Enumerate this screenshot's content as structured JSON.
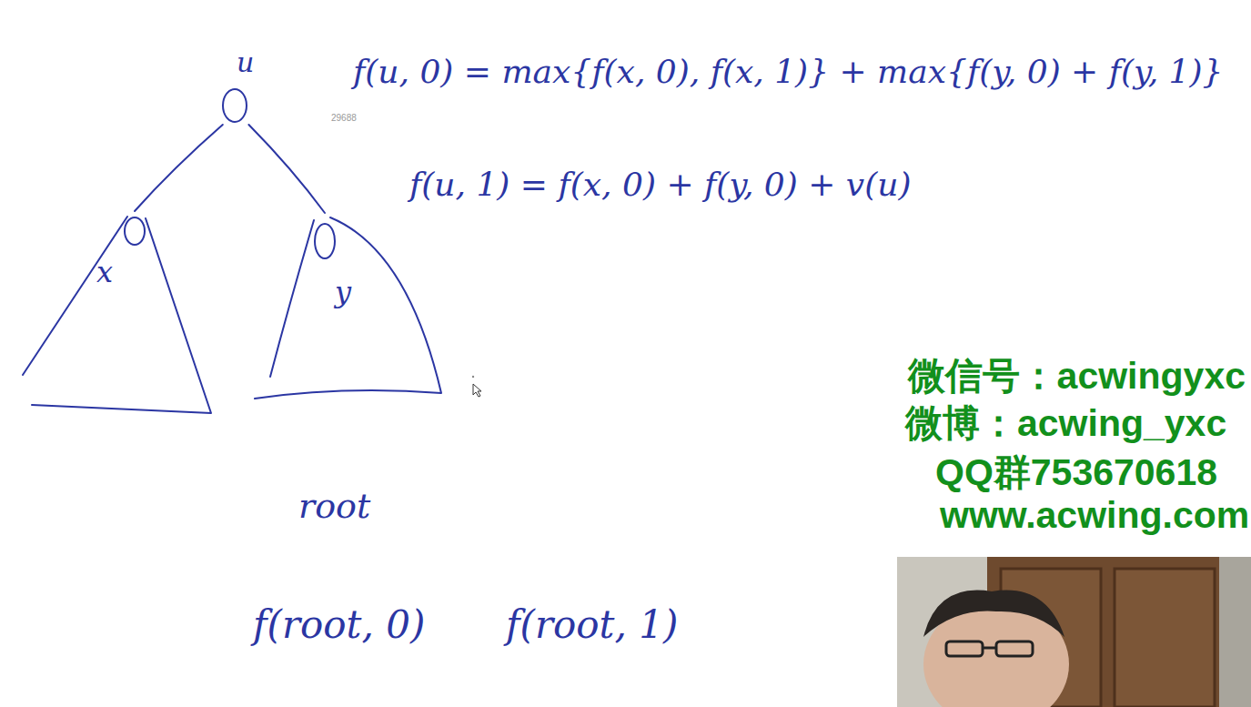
{
  "diagram": {
    "nodes": [
      {
        "text": [
          "u"
        ]
      },
      {
        "text": [
          "x"
        ]
      },
      {
        "text": [
          "y"
        ]
      }
    ],
    "edges": [
      {
        "from": 0,
        "to": 1,
        "arrow": "none"
      },
      {
        "from": 0,
        "to": 2,
        "arrow": "none"
      }
    ],
    "labels": [
      "f(u, 0) = max{f(x, 0), f(x, 1)} + max{f(y, 0) + f(y, 1)}",
      "29688",
      "f(u, 1) = f(x, 0) + f(y, 0) + v(u)",
      "root",
      "f(root, 0)",
      "f(root, 1)",
      "微信号：acwingyxc",
      "微博：acwing_yxc",
      "QQ群753670618",
      "www.acwing.com"
    ]
  }
}
